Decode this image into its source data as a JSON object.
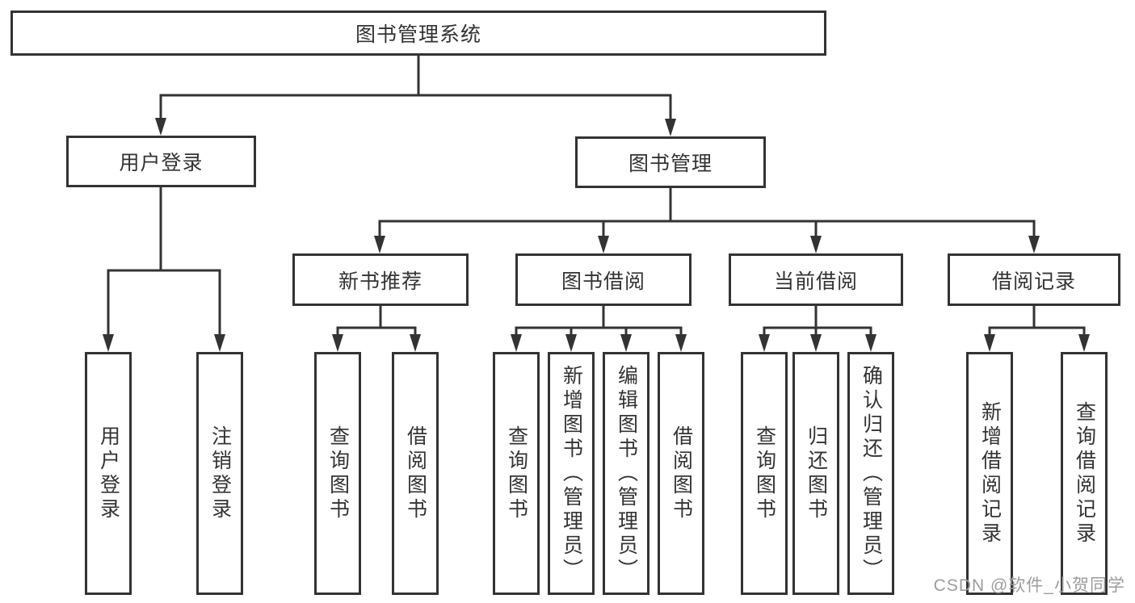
{
  "diagram": {
    "title": "图书管理系统",
    "root": {
      "label": "图书管理系统"
    },
    "level2": [
      {
        "label": "用户登录"
      },
      {
        "label": "图书管理"
      }
    ],
    "level3": [
      {
        "label": "新书推荐",
        "parent": "图书管理"
      },
      {
        "label": "图书借阅",
        "parent": "图书管理"
      },
      {
        "label": "当前借阅",
        "parent": "图书管理"
      },
      {
        "label": "借阅记录",
        "parent": "图书管理"
      }
    ],
    "leaves": [
      {
        "label": "用户登录",
        "parent": "用户登录"
      },
      {
        "label": "注销登录",
        "parent": "用户登录"
      },
      {
        "label": "查询图书",
        "parent": "新书推荐"
      },
      {
        "label": "借阅图书",
        "parent": "新书推荐"
      },
      {
        "label": "查询图书",
        "parent": "图书借阅"
      },
      {
        "label": "新增图书（管理员）",
        "parent": "图书借阅"
      },
      {
        "label": "编辑图书（管理员）",
        "parent": "图书借阅"
      },
      {
        "label": "借阅图书",
        "parent": "图书借阅"
      },
      {
        "label": "查询图书",
        "parent": "当前借阅"
      },
      {
        "label": "归还图书",
        "parent": "当前借阅"
      },
      {
        "label": "确认归还（管理员）",
        "parent": "当前借阅"
      },
      {
        "label": "新增借阅记录",
        "parent": "借阅记录"
      },
      {
        "label": "查询借阅记录",
        "parent": "借阅记录"
      }
    ]
  },
  "watermark": {
    "text": "CSDN @软件_小贺同学"
  },
  "colors": {
    "line": "#333333",
    "text": "#333333",
    "box_background": "#ffffff",
    "watermark": "#9c9c9c",
    "page_background": "#ffffff"
  }
}
